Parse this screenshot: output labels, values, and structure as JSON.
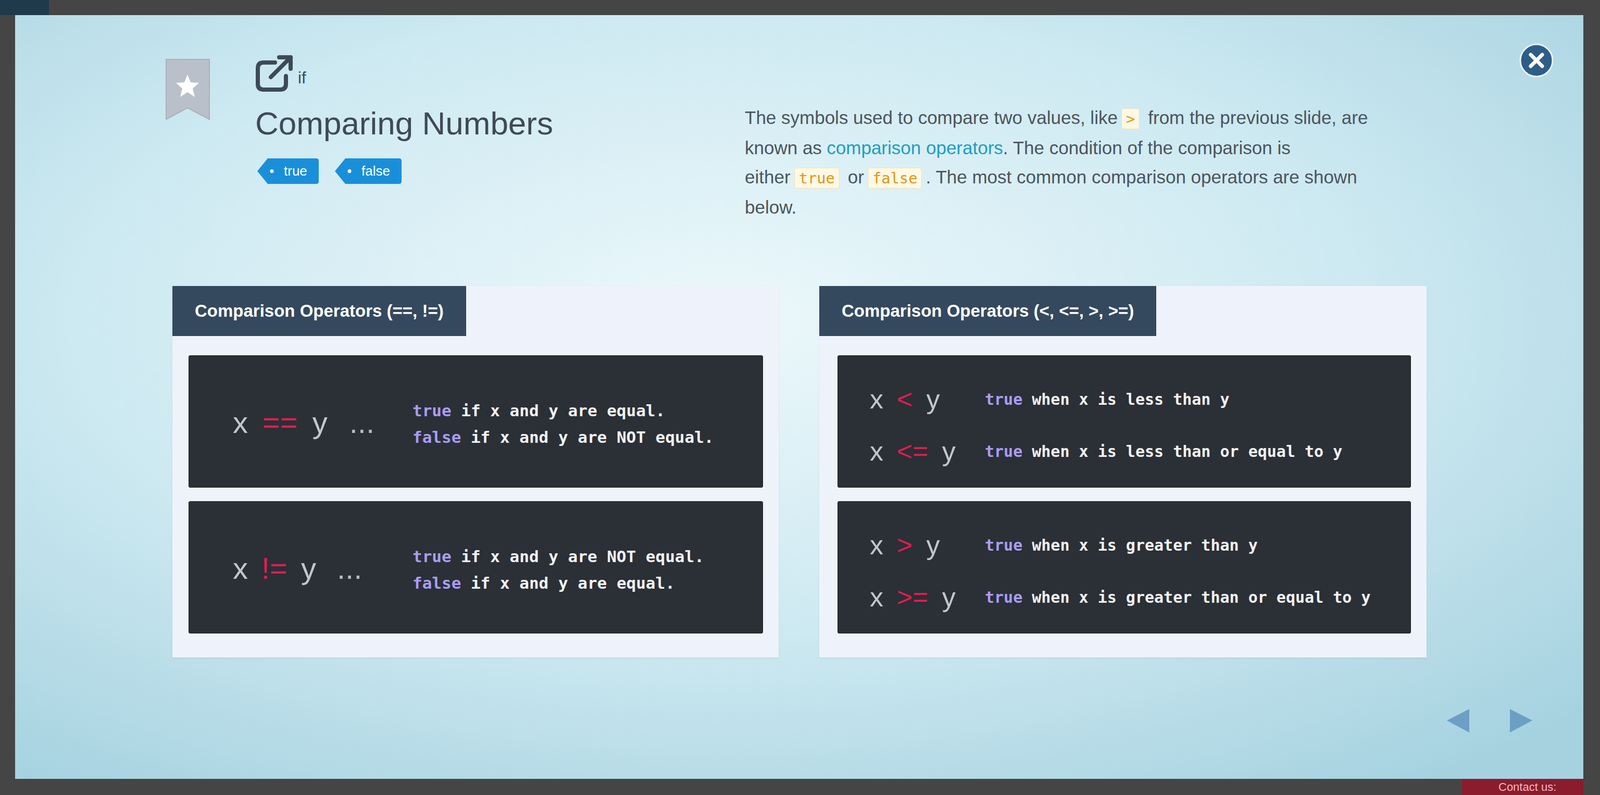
{
  "diagram": {
    "title": "Comparing Numbers",
    "nodes": [
      {
        "text": [
          "true"
        ]
      },
      {
        "text": [
          "false"
        ]
      },
      {
        "text": [
          "Comparison Operators (==, !=)"
        ]
      },
      {
        "text": [
          "x",
          "==",
          "y",
          "...",
          "true",
          "if x and y are equal.",
          "false",
          "if x and y are NOT equal."
        ],
        "in": 2
      },
      {
        "text": [
          "x",
          "!=",
          "y",
          "...",
          "true",
          "if x and y are NOT equal.",
          "false",
          "if x and y are equal."
        ],
        "in": 2
      },
      {
        "text": [
          "Comparison Operators (<, <=, >, >=)"
        ]
      },
      {
        "text": [
          "x",
          "<",
          "y",
          "true",
          "when x is less than y",
          "x",
          "<=",
          "y",
          "true",
          "when x is less than or equal to y"
        ],
        "in": 5
      },
      {
        "text": [
          "x",
          ">",
          "y",
          "true",
          "when x is greater than y",
          "x",
          ">=",
          "y",
          "true",
          "when x is greater than or equal to y"
        ],
        "in": 5
      },
      {
        "text": [
          "Contact us:"
        ]
      }
    ],
    "labels": [
      "if",
      "The symbols used to compare two values, like",
      ">",
      "from the previous slide, are known as",
      "comparison operators",
      ". The condition of the comparison is either",
      "true",
      "or",
      "false",
      ". The most common comparison operators are shown below."
    ]
  }
}
